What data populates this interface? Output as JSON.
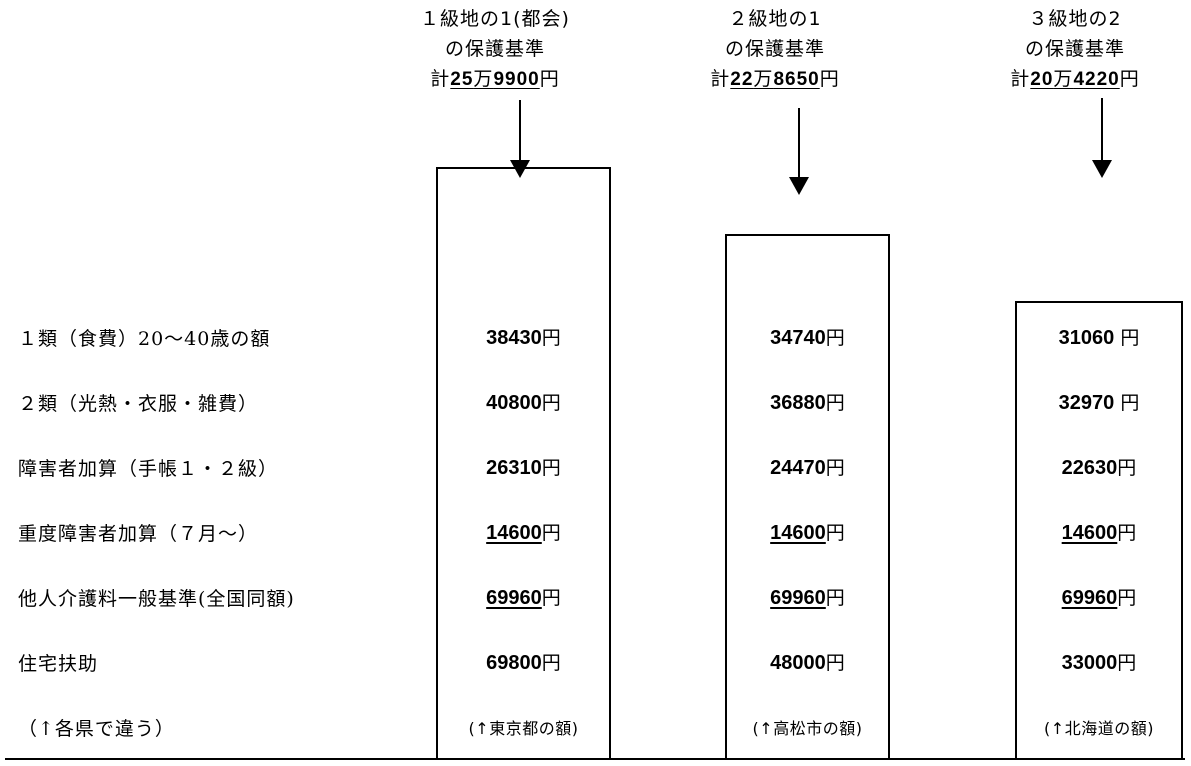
{
  "headers": [
    {
      "line1": "１級地の1(都会)",
      "line2": "の保護基準",
      "total_prefix": "計",
      "total_man": "25",
      "total_unit": "万",
      "total_rest": "9900",
      "total_suffix": "円"
    },
    {
      "line1": "２級地の1",
      "line2": "の保護基準",
      "total_prefix": "計",
      "total_man": "22",
      "total_unit": "万",
      "total_rest": "8650",
      "total_suffix": "円"
    },
    {
      "line1": "３級地の2",
      "line2": "の保護基準",
      "total_prefix": "計",
      "total_man": "20",
      "total_unit": "万",
      "total_rest": "4220",
      "total_suffix": "円"
    }
  ],
  "rows": [
    {
      "label": "１類（食費）20～40歳の額",
      "values": [
        "38430",
        "34740",
        "31060"
      ],
      "units": [
        "円",
        "円",
        " 円"
      ],
      "underline": false
    },
    {
      "label": "２類（光熱・衣服・雑費）",
      "values": [
        "40800",
        "36880",
        "32970"
      ],
      "units": [
        "円",
        "円",
        " 円"
      ],
      "underline": false
    },
    {
      "label": "障害者加算（手帳１・２級）",
      "values": [
        "26310",
        "24470",
        "22630"
      ],
      "units": [
        "円",
        "円",
        "円"
      ],
      "underline": false
    },
    {
      "label": "重度障害者加算（７月～）",
      "values": [
        "14600",
        "14600",
        "14600"
      ],
      "units": [
        "円",
        "円",
        "円"
      ],
      "underline": true
    },
    {
      "label": "他人介護料一般基準(全国同額)",
      "values": [
        "69960",
        "69960",
        "69960"
      ],
      "units": [
        "円",
        "円",
        "円"
      ],
      "underline": true
    },
    {
      "label": "住宅扶助",
      "values": [
        "69800",
        "48000",
        "33000"
      ],
      "units": [
        "円",
        "円",
        "円"
      ],
      "underline": false
    }
  ],
  "footer": {
    "label": "（↑各県で違う）",
    "notes": [
      "(↑東京都の額)",
      "(↑高松市の額)",
      "(↑北海道の額)"
    ]
  }
}
